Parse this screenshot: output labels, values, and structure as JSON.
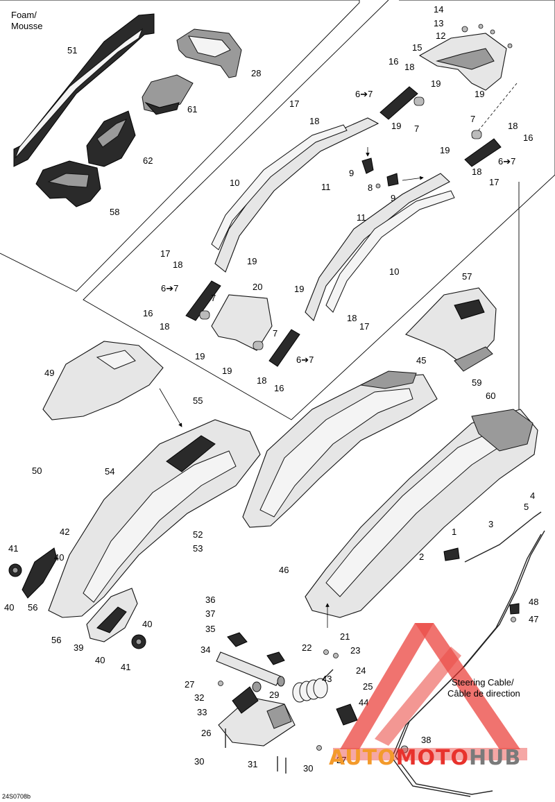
{
  "diagram": {
    "foam_label_line1": "Foam/",
    "foam_label_line2": "Mousse",
    "steering_label_line1": "Steering Cable/",
    "steering_label_line2": "Câble de direction",
    "figure_code": "24S0708b",
    "callouts": {
      "c14": "14",
      "c13": "13",
      "c12": "12",
      "c15": "15",
      "c51": "51",
      "c28": "28",
      "c61": "61",
      "c62": "62",
      "c58": "58",
      "c16a": "16",
      "c18a": "18",
      "c19a": "19",
      "c67a": "6➔7",
      "c7a": "7",
      "c17a": "17",
      "c18b": "18",
      "c19b": "19",
      "c19c": "19",
      "c7b": "7",
      "c18c": "18",
      "c16b": "16",
      "c9a": "9",
      "c8": "8",
      "c9b": "9",
      "c67b": "6➔7",
      "c19d": "19",
      "c18d": "18",
      "c17b": "17",
      "c10a": "10",
      "c11a": "11",
      "c11b": "11",
      "c10b": "10",
      "c17c": "17",
      "c18e": "18",
      "c19e": "19",
      "c67c": "6➔7",
      "c7c": "7",
      "c16c": "16",
      "c18f": "18",
      "c20": "20",
      "c19f": "19",
      "c18g": "18",
      "c17d": "17",
      "c7d": "7",
      "c19g": "19",
      "c19h": "19",
      "c67d": "6➔7",
      "c18h": "18",
      "c16d": "16",
      "c57": "57",
      "c45": "45",
      "c59": "59",
      "c60": "60",
      "c49": "49",
      "c55": "55",
      "c50": "50",
      "c54": "54",
      "c52": "52",
      "c53": "53",
      "c46": "46",
      "c42": "42",
      "c41a": "41",
      "c40a": "40",
      "c40b": "40",
      "c56a": "56",
      "c56b": "56",
      "c39": "39",
      "c40c": "40",
      "c40d": "40",
      "c41b": "41",
      "c4": "4",
      "c5": "5",
      "c3": "3",
      "c1": "1",
      "c2": "2",
      "c48": "48",
      "c47": "47",
      "c36": "36",
      "c37": "37",
      "c35": "35",
      "c34": "34",
      "c22": "22",
      "c21": "21",
      "c23": "23",
      "c24": "24",
      "c25": "25",
      "c43": "43",
      "c27a": "27",
      "c29": "29",
      "c32": "32",
      "c33": "33",
      "c44": "44",
      "c26": "26",
      "c30a": "30",
      "c31": "31",
      "c30b": "30",
      "c27b": "27",
      "c38": "38"
    }
  },
  "watermark": {
    "part1": "AUTO",
    "part2": "MOTO",
    "part3": "HUB",
    "color_red": "#e8322c",
    "color_orange": "#f39a2b",
    "color_gray": "#7a7a7a"
  }
}
